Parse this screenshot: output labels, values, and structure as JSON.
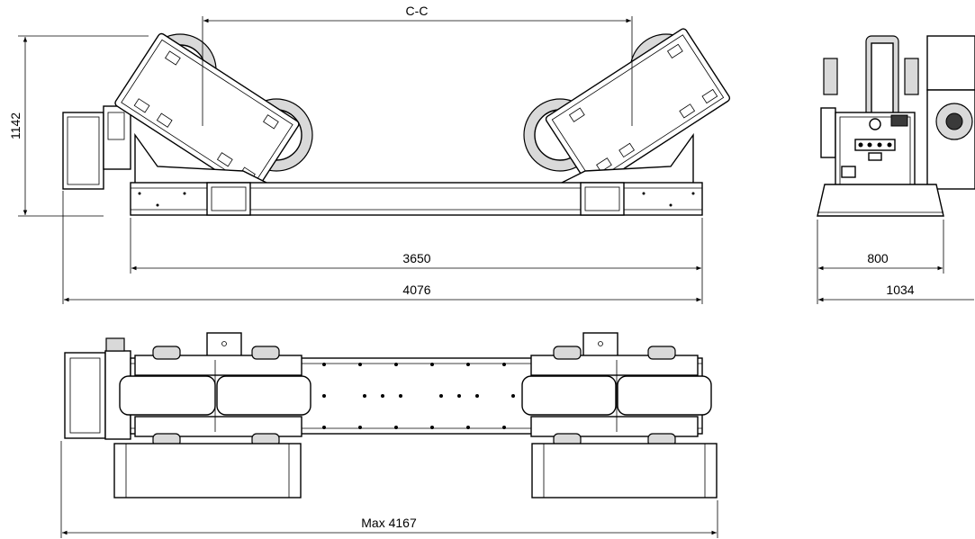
{
  "dimensions": {
    "center_distance": "C-C",
    "height": "1142",
    "base_length": "3650",
    "overall_length": "4076",
    "end_base_width": "800",
    "end_overall_width": "1034",
    "top_max_length": "Max 4167"
  }
}
